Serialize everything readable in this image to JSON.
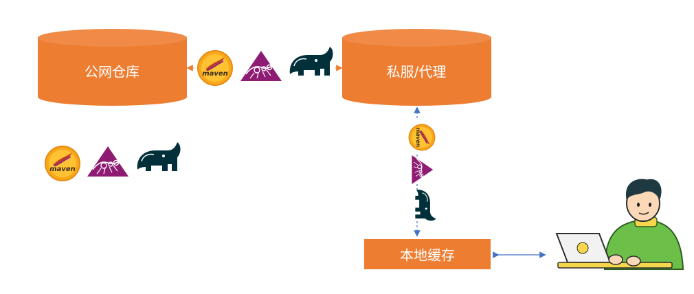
{
  "nodes": {
    "public_repo": "公网仓库",
    "private_proxy": "私服/代理",
    "local_cache": "本地缓存"
  },
  "tools": {
    "maven": "Maven",
    "ant": "Ant",
    "gradle": "Gradle"
  },
  "colors": {
    "orange": "#ED7D31",
    "orange_top": "#F08A46",
    "arrow_orange": "#ED7D31",
    "arrow_blue": "#4472C4",
    "maven_bg": "#F7A81B",
    "ant_purple": "#8E1C72",
    "gradle_dark": "#02303A",
    "person_green": "#6CC04A",
    "laptop_yellow": "#F6D64A"
  },
  "icons": {
    "maven": "maven-logo-icon",
    "ant": "ant-logo-icon",
    "gradle": "gradle-elephant-icon",
    "user": "developer-with-laptop-icon"
  }
}
